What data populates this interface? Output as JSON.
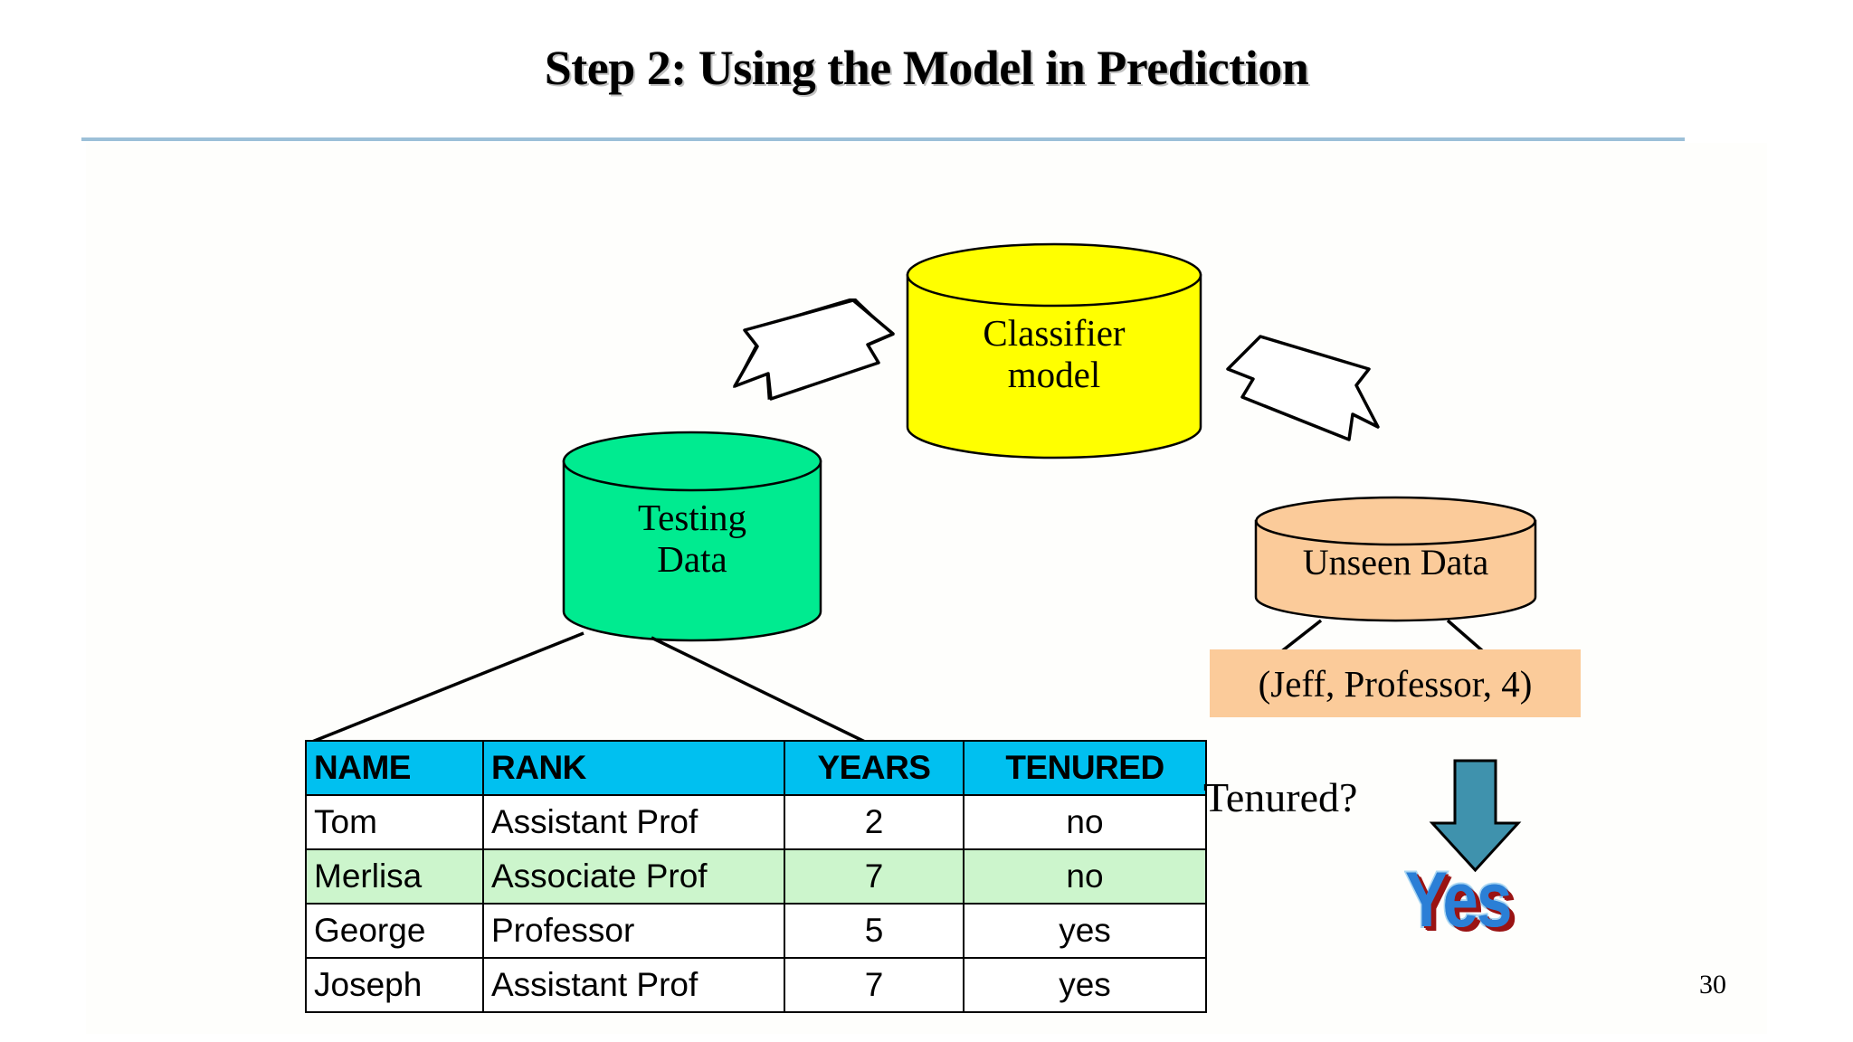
{
  "slide": {
    "title": "Step 2: Using the Model in Prediction",
    "page_number": "30"
  },
  "nodes": {
    "classifier": {
      "line1": "Classifier",
      "line2": "model",
      "color": "#ffff00"
    },
    "testing": {
      "line1": "Testing",
      "line2": "Data",
      "color": "#00eb90"
    },
    "unseen": {
      "line1": "Unseen Data",
      "color": "#fbcb9a"
    }
  },
  "tuple_box": {
    "text": "(Jeff, Professor, 4)",
    "color": "#fbcb9a"
  },
  "prediction": {
    "question": "Tenured?",
    "answer": "Yes",
    "answer_fill": "#2b7fd6",
    "answer_shadow": "#9a1313",
    "arrow_color": "#3f92ad"
  },
  "table": {
    "header_color": "#00c0f0",
    "highlight_color": "#ccf5cc",
    "columns": [
      "NAME",
      "RANK",
      "YEARS",
      "TENURED"
    ],
    "rows": [
      {
        "name": "Tom",
        "rank": "Assistant Prof",
        "years": "2",
        "tenured": "no",
        "highlight": false
      },
      {
        "name": "Merlisa",
        "rank": "Associate Prof",
        "years": "7",
        "tenured": "no",
        "highlight": true
      },
      {
        "name": "George",
        "rank": "Professor",
        "years": "5",
        "tenured": "yes",
        "highlight": false
      },
      {
        "name": "Joseph",
        "rank": "Assistant Prof",
        "years": "7",
        "tenured": "yes",
        "highlight": false
      }
    ]
  }
}
